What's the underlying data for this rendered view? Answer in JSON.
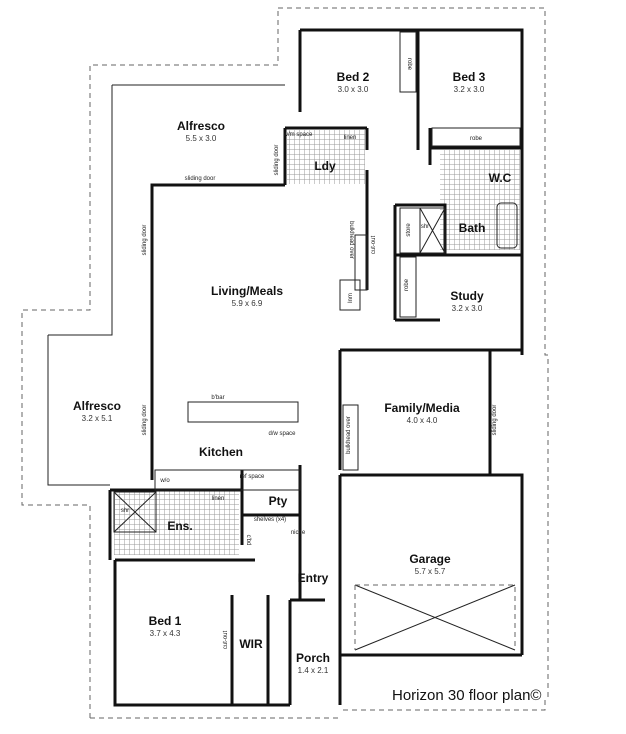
{
  "rooms": {
    "bed2": {
      "name": "Bed 2",
      "dims": "3.0 x 3.0"
    },
    "bed3": {
      "name": "Bed 3",
      "dims": "3.2 x 3.0"
    },
    "alfresco_top": {
      "name": "Alfresco",
      "dims": "5.5 x 3.0"
    },
    "alfresco_left": {
      "name": "Alfresco",
      "dims": "3.2 x 5.1"
    },
    "living": {
      "name": "Living/Meals",
      "dims": "5.9 x 6.9"
    },
    "study": {
      "name": "Study",
      "dims": "3.2 x 3.0"
    },
    "family": {
      "name": "Family/Media",
      "dims": "4.0 x 4.0"
    },
    "garage": {
      "name": "Garage",
      "dims": "5.7 x 5.7"
    },
    "bed1": {
      "name": "Bed 1",
      "dims": "3.7 x 4.3"
    },
    "porch": {
      "name": "Porch",
      "dims": "1.4 x 2.1"
    },
    "laundry": {
      "name": "Ldy"
    },
    "wc": {
      "name": "W.C"
    },
    "bath": {
      "name": "Bath"
    },
    "kitchen": {
      "name": "Kitchen"
    },
    "pantry": {
      "name": "Pty"
    },
    "ensuite": {
      "name": "Ens."
    },
    "entry": {
      "name": "Entry"
    },
    "wir": {
      "name": "WIR"
    }
  },
  "labels": {
    "robe": "robe",
    "wm_space": "w/m space",
    "linen": "linen",
    "lnm": "lnm",
    "sliding_door": "sliding door",
    "shower": "shr",
    "store": "store",
    "cut_out": "cut-out",
    "bulkhead_over": "bulkhead over",
    "bbar": "b'bar",
    "dw_space": "d/w space",
    "wo": "w/o",
    "ref_space": "ref space",
    "shelves": "shelves (x4)",
    "cbd": "c'bd",
    "niche": "niche"
  },
  "caption": "Horizon 30 floor plan©"
}
